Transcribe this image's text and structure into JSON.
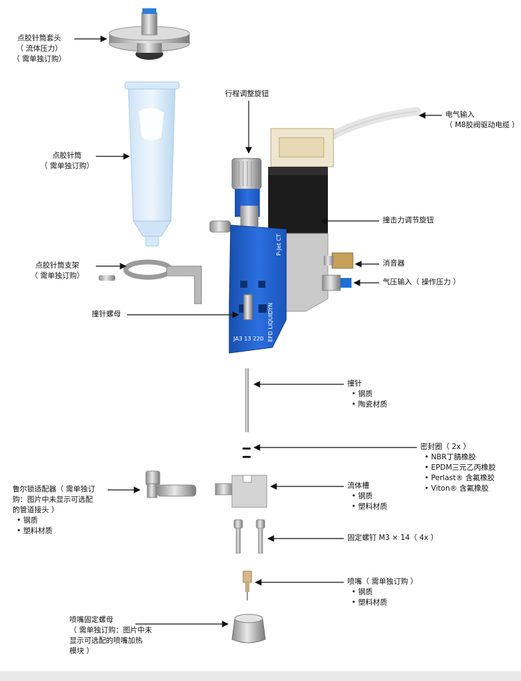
{
  "labels": {
    "cartridge_cap": [
      "点胶针筒套头",
      "（ 流体压力）",
      "（ 需单独订购）"
    ],
    "syringe": [
      "点胶针筒",
      "（ 需单独订购）"
    ],
    "syringe_bracket": [
      "点胶针筒支架",
      "（ 需单独订购）"
    ],
    "needle_nut": [
      "撞针螺母"
    ],
    "stroke_knob": [
      "行程调整旋钮"
    ],
    "power_input": [
      "电气输入",
      "（ M8胶阀驱动电缆 ）"
    ],
    "impact_knob": [
      "撞击力调节旋钮"
    ],
    "muffler": [
      "消音器"
    ],
    "air_input": [
      "气压输入（ 操作压力 ）"
    ],
    "needle": {
      "title": "撞针",
      "items": [
        "钢质",
        "陶瓷材质"
      ]
    },
    "seal": {
      "title": "密封圈（ 2x ）",
      "items": [
        "NBR丁腈橡胶",
        "EPDM三元乙丙橡胶",
        "Perlast® 含氟橡胶",
        "Viton® 含氟橡胶"
      ]
    },
    "luer": {
      "lines": [
        "鲁尔锁适配器（ 需单独订",
        "购：图片中未显示可选配",
        "的管道接头 ）"
      ],
      "items": [
        "钢质",
        "塑料材质"
      ]
    },
    "fluid_body": {
      "title": "流体槽",
      "items": [
        "钢质",
        "塑料材质"
      ]
    },
    "screws": [
      "固定螺钉 M3 × 14（ 4x ）"
    ],
    "nozzle": {
      "title": "喷嘴（ 需单独订购 ）",
      "items": [
        "钢质",
        "塑料材质"
      ]
    },
    "nozzle_nut": [
      "喷嘴固定螺母",
      "（ 需单独订购：图片中未",
      "显示可选配的喷嘴加热",
      "模块 ）"
    ]
  },
  "valve_text": {
    "brand": "EFD LIQUIDYN",
    "model": "P-Jet CT",
    "serial": "JA3 13 220"
  },
  "colors": {
    "valve_blue": "#1f5fc8",
    "arrow": "#111111"
  }
}
